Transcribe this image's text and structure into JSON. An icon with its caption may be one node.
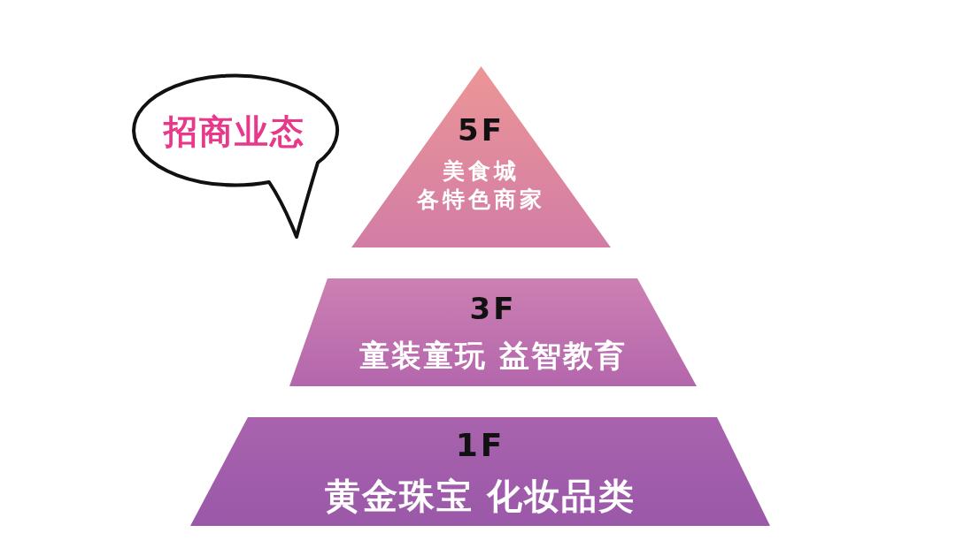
{
  "diagram": {
    "nodes": [
      {
        "text": [
          "招商业态"
        ]
      },
      {
        "text": [
          "5F",
          "美食城",
          "各特色商家"
        ]
      },
      {
        "text": [
          "3F",
          "童装童玩 益智教育"
        ]
      },
      {
        "text": [
          "1F",
          "黄金珠宝 化妆品类"
        ]
      }
    ]
  }
}
